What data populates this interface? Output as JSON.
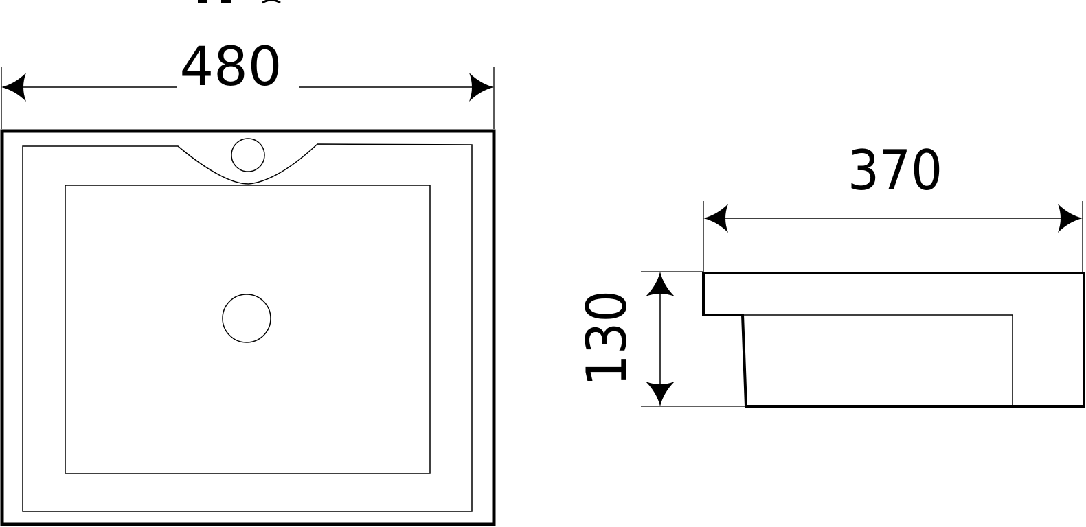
{
  "dimensions": {
    "width_top": "480",
    "depth_side": "370",
    "height_side": "130"
  },
  "colors": {
    "stroke": "#000000",
    "background": "#ffffff"
  }
}
